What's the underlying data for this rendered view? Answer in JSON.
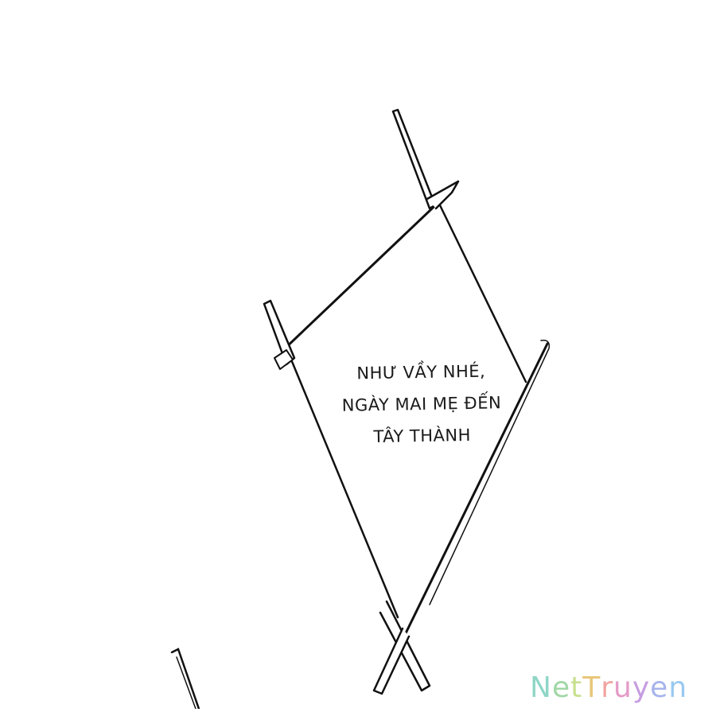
{
  "speech_bubble": {
    "lines": [
      "NHƯ VẦY NHÉ,",
      "NGÀY MAI MẸ ĐẾN",
      "TÂY THÀNH"
    ]
  },
  "watermark": {
    "text": "NetTruyen",
    "colors": [
      "#8fd6c7",
      "#a0d7a6",
      "#c7df8e",
      "#e8c67a",
      "#f2a4a0",
      "#e49ac7",
      "#c69de0",
      "#a7b4ec",
      "#98c9f0"
    ]
  }
}
